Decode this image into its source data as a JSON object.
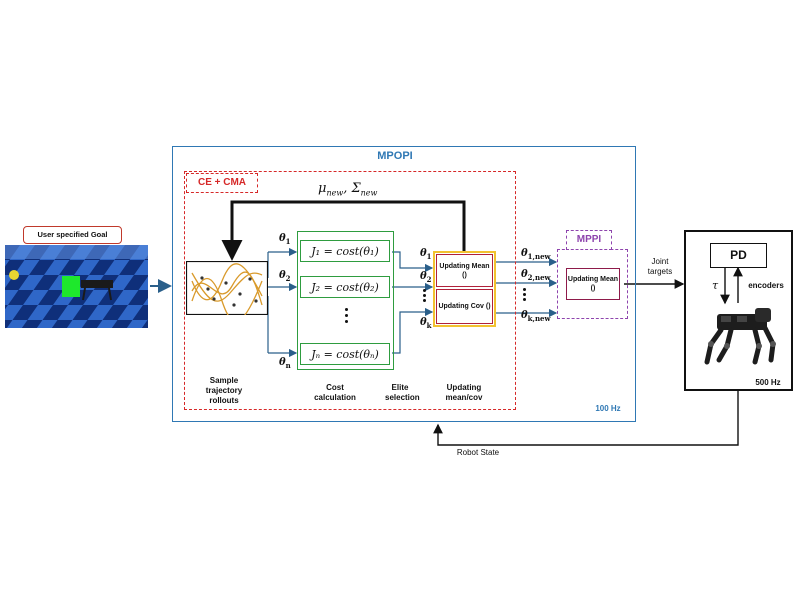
{
  "goal": {
    "title": "User specified Goal"
  },
  "mpopi": {
    "title": "MPOPI",
    "rate": "100 Hz"
  },
  "cecma": {
    "title": "CE + CMA"
  },
  "feedback": {
    "label_mu": "μ",
    "label_mu_sub": "new",
    "label_sigma": "Σ",
    "label_sigma_sub": "new"
  },
  "thetas": {
    "t1": "θ",
    "t1_sub": "1",
    "t2": "θ",
    "t2_sub": "2",
    "tn": "θ",
    "tn_sub": "n",
    "e1_sub": "1",
    "e2_sub": "2",
    "ek_sub": "k",
    "new1_sub": "1,new",
    "new2_sub": "2,new",
    "newk_sub": "k,new"
  },
  "costs": [
    "J₁ = cost(θ₁)",
    "J₂ = cost(θ₂)",
    "Jₙ = cost(θₙ)"
  ],
  "updates": {
    "mean": "Updating Mean ()",
    "cov": "Updating Cov ()"
  },
  "mppi": {
    "title": "MPPI",
    "mean": "Updating Mean ()"
  },
  "labels": {
    "sample": "Sample trajectory rollouts",
    "cost": "Cost calculation",
    "elite": "Elite selection",
    "updating": "Updating mean/cov",
    "joint": "Joint targets",
    "robot_state": "Robot State"
  },
  "robot": {
    "pd": "PD",
    "tau": "τ",
    "encoders": "encoders",
    "rate": "500 Hz"
  },
  "colors": {
    "mpopi": "#2f78b4",
    "cecma": "#d62828",
    "cost": "#2e9c3f",
    "update_border": "#f2c230",
    "mppi": "#8e44ad"
  }
}
